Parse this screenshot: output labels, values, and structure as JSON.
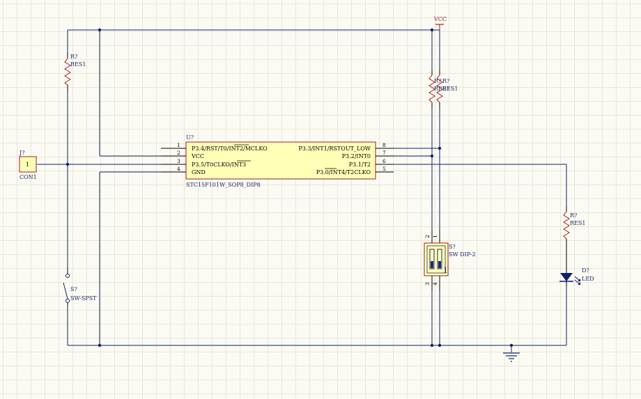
{
  "power": {
    "vcc_label": "VCC"
  },
  "connector": {
    "designator": "J?",
    "pin": "1",
    "name": "CON1"
  },
  "ic": {
    "designator": "U?",
    "name": "STC15F101W_SOP8_DIP8",
    "left_pins": [
      {
        "num": "1",
        "label": "P3.4/RST/T0/INT2/MCLKO"
      },
      {
        "num": "2",
        "label": "VCC"
      },
      {
        "num": "3",
        "label": "P3.5/T0CLKO/INT3"
      },
      {
        "num": "4",
        "label": "GND"
      }
    ],
    "right_pins": [
      {
        "num": "8",
        "label": "P3.3/INT1/RSTOUT_LOW"
      },
      {
        "num": "7",
        "label": "P3.2/INT0"
      },
      {
        "num": "6",
        "label": "P3.1/T2"
      },
      {
        "num": "5",
        "label": "P3.0/INT4/T2CLKO"
      }
    ]
  },
  "resistors": {
    "r_left": {
      "designator": "R?",
      "value": "RES1"
    },
    "r_mid_a": {
      "designator": "R?",
      "value": "RES1"
    },
    "r_mid_b": {
      "designator": "R?",
      "value": "RES1"
    },
    "r_led": {
      "designator": "R?",
      "value": "RES1"
    }
  },
  "switch_spst": {
    "designator": "S?",
    "name": "SW-SPST"
  },
  "dip_switch": {
    "designator": "S?",
    "name": "SW DIP-2",
    "pins": [
      "2",
      "1",
      "3",
      "4"
    ],
    "body_mark": "1"
  },
  "led": {
    "designator": "D?",
    "name": "LED"
  },
  "colors": {
    "wire": "#0f1f6b",
    "component_border": "#a21d1d",
    "component_fill": "#ffffb8",
    "grid": "#e6e6dc"
  }
}
